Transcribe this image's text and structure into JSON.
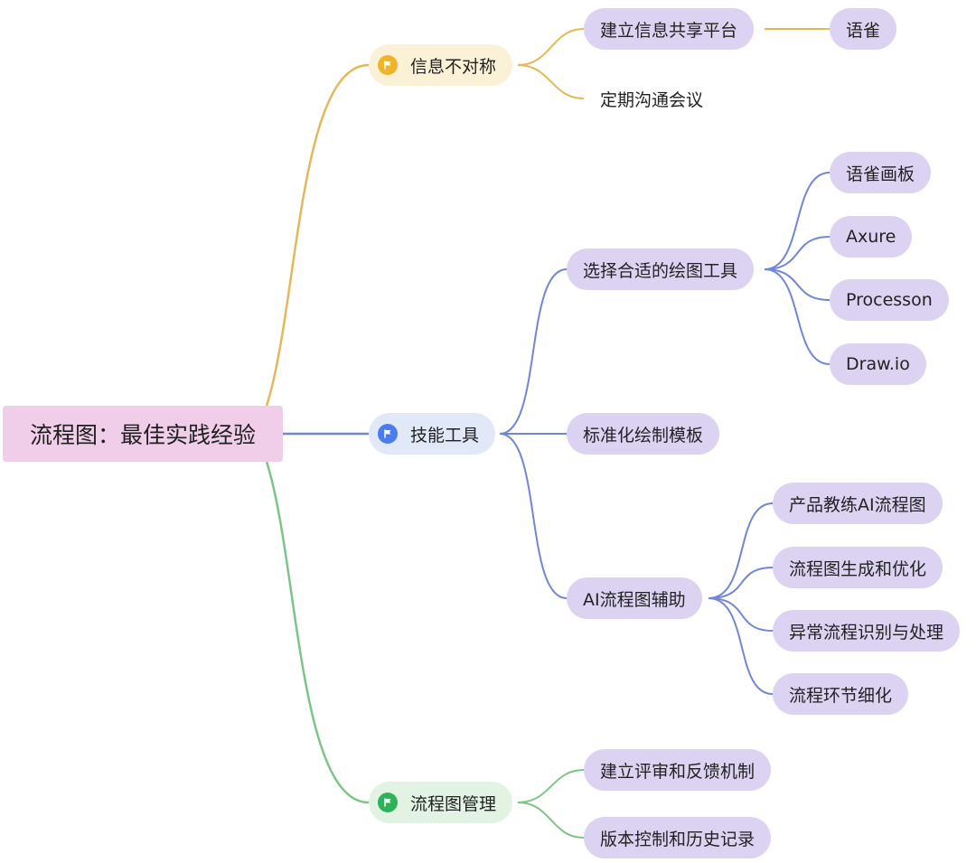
{
  "root": {
    "label": "流程图：最佳实践经验"
  },
  "branches": {
    "info": {
      "label": "信息不对称",
      "color": "#e3b85a",
      "bg": "#fbf1d6",
      "flag_color": "#f0b429",
      "children": {
        "platform": {
          "label": "建立信息共享平台",
          "children": {
            "yuque": {
              "label": "语雀"
            }
          }
        },
        "meeting": {
          "label": "定期沟通会议"
        }
      }
    },
    "tools": {
      "label": "技能工具",
      "color": "#7286d6",
      "bg": "#e1e9f8",
      "flag_color": "#4a7cf0",
      "children": {
        "select": {
          "label": "选择合适的绘图工具",
          "children": {
            "yuque_board": {
              "label": "语雀画板"
            },
            "axure": {
              "label": "Axure"
            },
            "processon": {
              "label": "Processon"
            },
            "drawio": {
              "label": "Draw.io"
            }
          }
        },
        "template": {
          "label": "标准化绘制模板"
        },
        "ai": {
          "label": "AI流程图辅助",
          "children": {
            "coach": {
              "label": "产品教练AI流程图"
            },
            "generate": {
              "label": "流程图生成和优化"
            },
            "exception": {
              "label": "异常流程识别与处理"
            },
            "refine": {
              "label": "流程环节细化"
            }
          }
        }
      }
    },
    "manage": {
      "label": "流程图管理",
      "color": "#7cc587",
      "bg": "#e2f3e3",
      "flag_color": "#2db357",
      "children": {
        "review": {
          "label": "建立评审和反馈机制"
        },
        "version": {
          "label": "版本控制和历史记录"
        }
      }
    }
  },
  "colors": {
    "root_bg": "#f0cde9",
    "leaf_bg": "#dcd3f2"
  },
  "icons": {
    "branch_marker": "flag-icon"
  }
}
